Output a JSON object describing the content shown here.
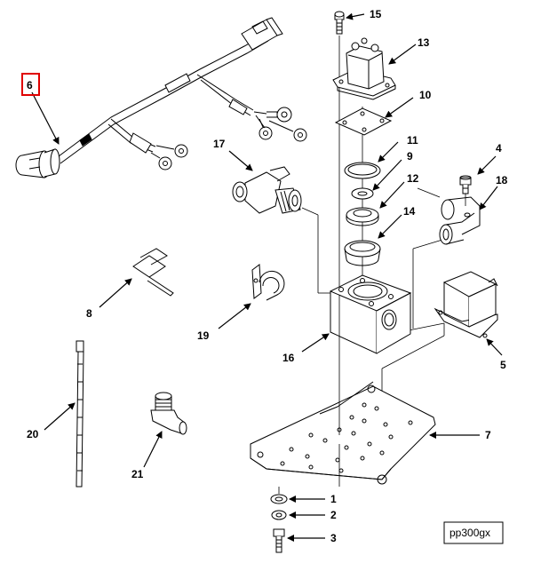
{
  "diagram": {
    "callouts": {
      "c1": "1",
      "c2": "2",
      "c3": "3",
      "c4": "4",
      "c5": "5",
      "c6": "6",
      "c7": "7",
      "c8": "8",
      "c9": "9",
      "c10": "10",
      "c11": "11",
      "c12": "12",
      "c13": "13",
      "c14": "14",
      "c15": "15",
      "c16": "16",
      "c17": "17",
      "c18": "18",
      "c19": "19",
      "c20": "20",
      "c21": "21"
    },
    "highlighted_callout": "6",
    "highlight_color": "#e00000",
    "figure_id": "pp300gx"
  }
}
